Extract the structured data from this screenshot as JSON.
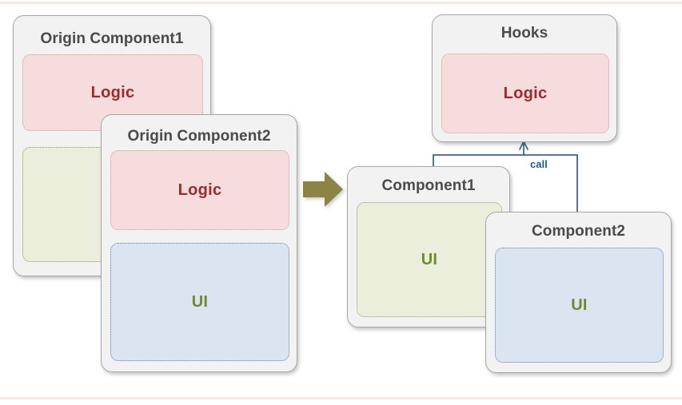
{
  "diagram": {
    "title_text": "",
    "colors": {
      "card_fill": "#f2f2f2",
      "card_border": "#a6a6a6",
      "logic_fill": "#f6dcdc",
      "logic_border": "#d99a9a",
      "logic_text": "#9c2b2b",
      "ui_green_fill": "#eaeedb",
      "ui_green_border": "#8d9c54",
      "ui_text_green": "#6f8a2e",
      "ui_blue_fill": "#dbe5f1",
      "ui_blue_border": "#5b7fad",
      "arrow_fill": "#8c8443",
      "connector_stroke": "#3c6490",
      "call_text": "#1f5c96",
      "edge_rule": "#fdeade"
    }
  },
  "left_group": {
    "cards": [
      {
        "id": "origin-component-1",
        "title": "Origin Component1",
        "panels": [
          {
            "id": "logic",
            "label": "Logic",
            "kind": "logic"
          },
          {
            "id": "ui",
            "label": "",
            "kind": "ui-green"
          }
        ]
      },
      {
        "id": "origin-component-2",
        "title": "Origin Component2",
        "panels": [
          {
            "id": "logic",
            "label": "Logic",
            "kind": "logic"
          },
          {
            "id": "ui",
            "label": "UI",
            "kind": "ui-blue"
          }
        ]
      }
    ]
  },
  "transform": {
    "icon": "right-block-arrow-icon",
    "label": ""
  },
  "right_group": {
    "hooks_card": {
      "id": "hooks",
      "title": "Hooks",
      "panel": {
        "id": "logic",
        "label": "Logic",
        "kind": "logic"
      }
    },
    "cards": [
      {
        "id": "component-1",
        "title": "Component1",
        "panel": {
          "id": "ui",
          "label": "UI",
          "kind": "ui-green"
        }
      },
      {
        "id": "component-2",
        "title": "Component2",
        "panel": {
          "id": "ui",
          "label": "UI",
          "kind": "ui-blue"
        }
      }
    ],
    "connector": {
      "label": "call",
      "arrowhead": "up-arrow-icon"
    }
  }
}
